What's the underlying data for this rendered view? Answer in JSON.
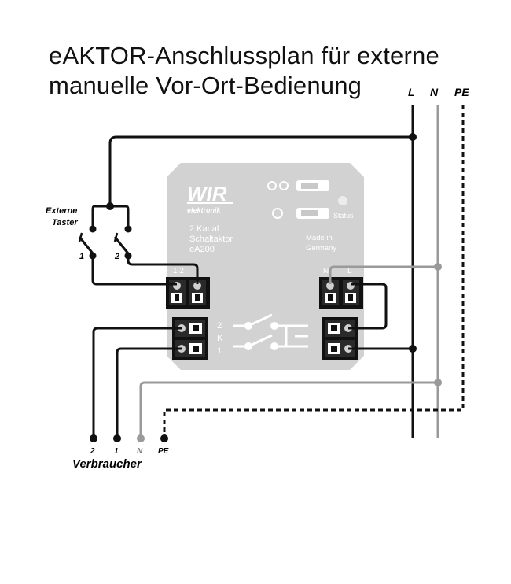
{
  "title": {
    "line1": "eAKTOR-Anschlussplan für externe",
    "line2": "manuelle Vor-Ort-Bedienung"
  },
  "bus_labels": {
    "L": "L",
    "N": "N",
    "PE": "PE"
  },
  "switches": {
    "caption_line1": "Externe",
    "caption_line2": "Taster",
    "switch1": "1",
    "switch2": "2"
  },
  "module": {
    "brand": "WIR",
    "brand_sub": "elektronik",
    "line1": "2 Kanal",
    "line2": "Schaltaktor",
    "line3": "eA200",
    "made_in_1": "Made in",
    "made_in_2": "Germany",
    "status": "Status",
    "term_top_left": "1  2",
    "term_top_right_N": "N",
    "term_top_right_L": "L",
    "side_2": "2",
    "side_K": "K",
    "side_1": "1"
  },
  "consumer": {
    "label": "Verbraucher",
    "t2": "2",
    "t1": "1",
    "tN": "N",
    "tPE": "PE"
  },
  "colors": {
    "wire": "#111111",
    "neutral": "#9a9a9a",
    "module_body": "#d2d2d2"
  }
}
